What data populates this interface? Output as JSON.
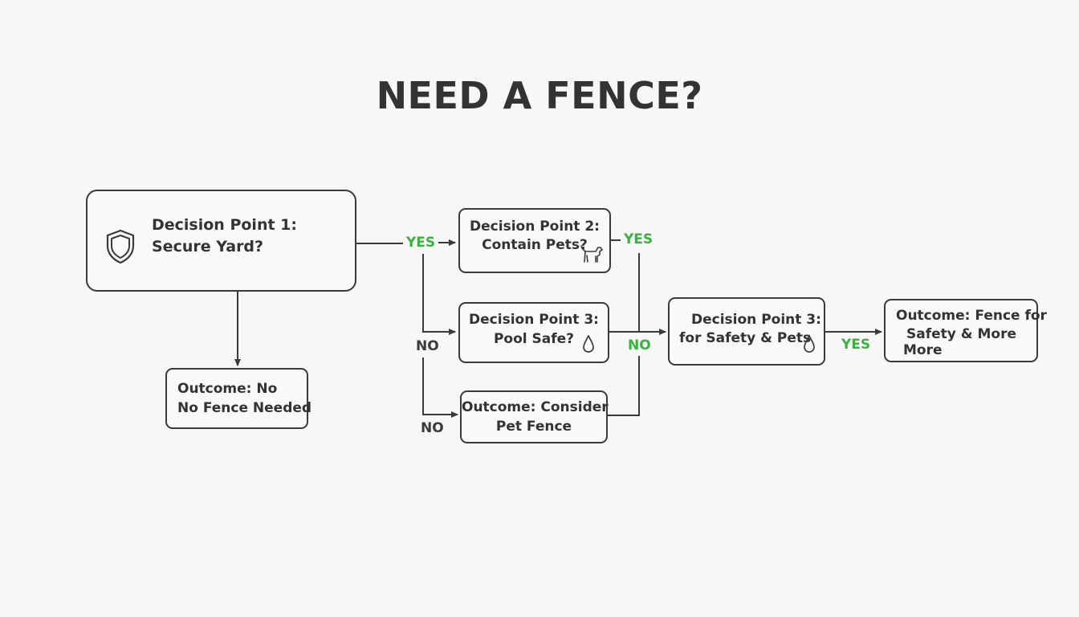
{
  "title": "NEED A FENCE?",
  "colors": {
    "yes": "#3cb043",
    "line": "#3a3a3a",
    "text": "#333333",
    "background": "#f7f7f7"
  },
  "nodes": {
    "dp1": {
      "line1": "Decision Point 1:",
      "line2": "Secure Yard?",
      "icon": "shield-icon"
    },
    "dp2": {
      "line1": "Decision Point 2:",
      "line2": "Contain Pets?",
      "icon": "dog-icon"
    },
    "dp3a": {
      "line1": "Decision Point 3:",
      "line2": "Pool Safe?",
      "icon": "water-drop-icon"
    },
    "dp3b": {
      "line1": "Decision Point 3:",
      "line2": "for Safety & Pets",
      "icon": "water-drop-icon"
    },
    "out_no": {
      "line1": "Outcome: No",
      "line2": "No Fence Needed"
    },
    "out_pet": {
      "line1": "Outcome: Consider",
      "line2": "Pet Fence"
    },
    "out_final": {
      "line1": "Outcome: Fence for",
      "line2": "Safety & More",
      "line3": "More"
    }
  },
  "edge_labels": {
    "dp1_yes": "YES",
    "dp2_yes": "YES",
    "dp3a_no": "NO",
    "pet_no": "NO",
    "merge_no": "NO",
    "dp3b_yes": "YES"
  }
}
